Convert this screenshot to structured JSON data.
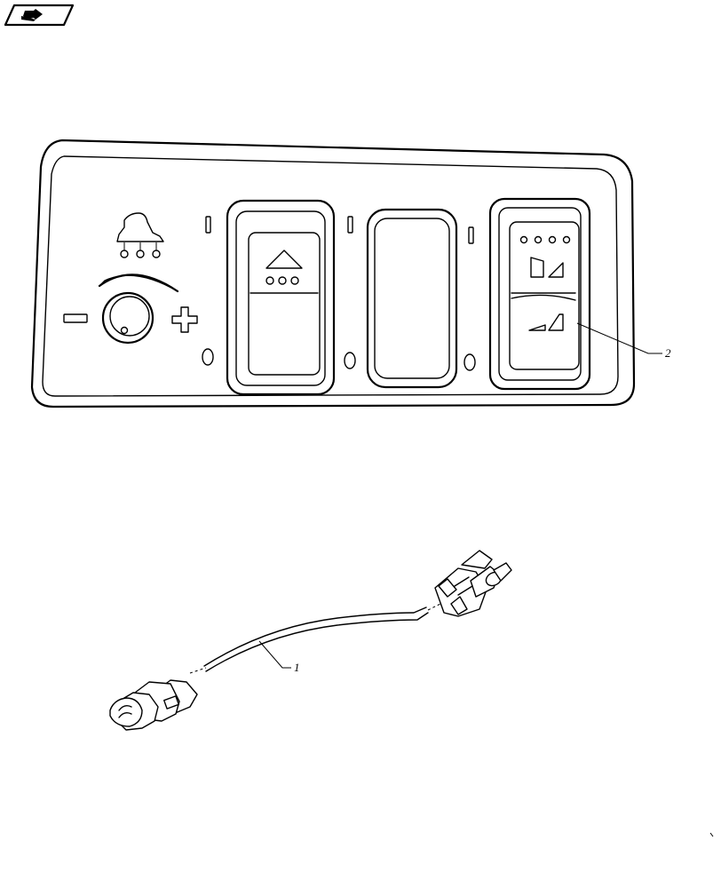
{
  "diagram": {
    "callouts": [
      {
        "id": "2",
        "label": "2",
        "target": "rocker-switch"
      },
      {
        "id": "1",
        "label": "1",
        "target": "wiring-harness"
      }
    ],
    "icons": {
      "corner_badge": "book-arrow-icon",
      "vent_icon": "air-vent-icon",
      "minus_icon": "minus-icon",
      "plus_icon": "plus-icon",
      "up_arrow_icon": "triangle-up-icon",
      "fan_speed_icon": "fan-speed-icon"
    }
  }
}
